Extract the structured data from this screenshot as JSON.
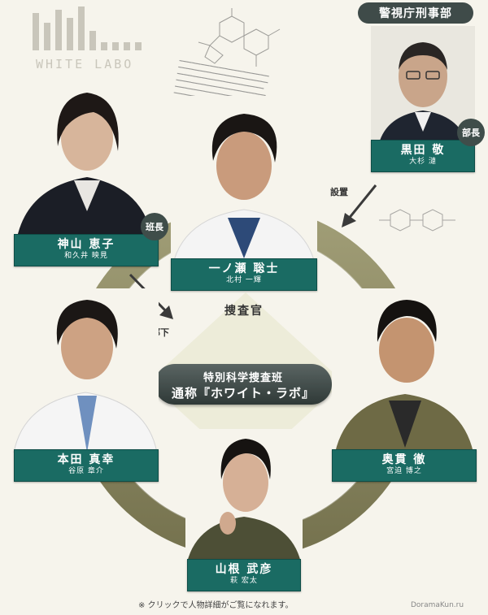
{
  "logo": {
    "text": "WHITE  LABO"
  },
  "department_label": "警視庁刑事部",
  "center": {
    "title_line1": "特別科学捜査班",
    "title_line2": "通称『ホワイト・ラボ』"
  },
  "center_label": "捜査官",
  "arrows": {
    "setchi": "設置",
    "buka": "部下"
  },
  "badges": {
    "bucho": "部長",
    "hancho": "班長"
  },
  "characters": [
    {
      "id": "kuroda",
      "role": "黒田 敬",
      "actor": "大杉 漣"
    },
    {
      "id": "kamiyama",
      "role": "神山 恵子",
      "actor": "和久井 映見"
    },
    {
      "id": "ichinose",
      "role": "一ノ瀬 聡士",
      "actor": "北村 一輝"
    },
    {
      "id": "honda",
      "role": "本田 真幸",
      "actor": "谷原 章介"
    },
    {
      "id": "okunuki",
      "role": "奥貫 徹",
      "actor": "宮迫 博之"
    },
    {
      "id": "yamane",
      "role": "山根 武彦",
      "actor": "萩 宏太"
    }
  ],
  "footnote": "※ クリックで人物詳細がご覧になれます。",
  "watermark": "DoramaKun.ru",
  "colors": {
    "nameplate": "#1a6b63",
    "ring": "#8c8a68",
    "badge": "#3f4d4a"
  }
}
